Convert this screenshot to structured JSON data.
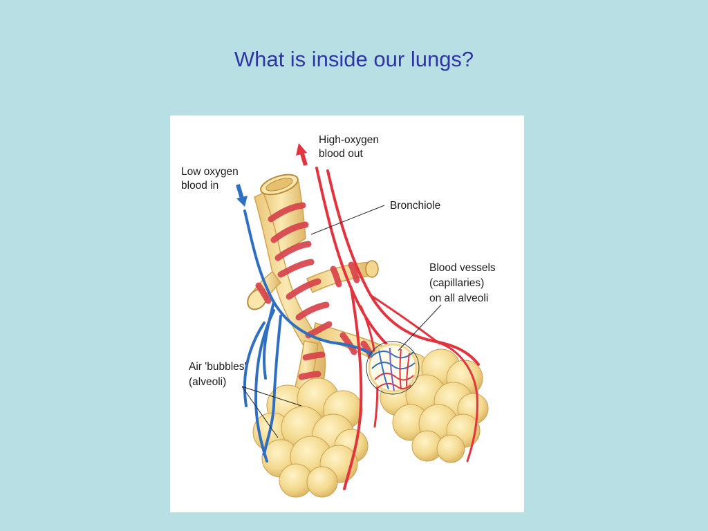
{
  "slide": {
    "title": "What is inside our lungs?"
  },
  "diagram": {
    "labels": {
      "high_oxygen_line1": "High-oxygen",
      "high_oxygen_line2": "blood out",
      "low_oxygen_line1": "Low oxygen",
      "low_oxygen_line2": "blood in",
      "bronchiole": "Bronchiole",
      "blood_vessels_line1": "Blood vessels",
      "blood_vessels_line2": "(capillaries)",
      "blood_vessels_line3": "on all alveoli",
      "alveoli_line1": "Air 'bubbles'",
      "alveoli_line2": "(alveoli)"
    },
    "colors": {
      "background": "#b8dfe3",
      "title": "#2e36a6",
      "panel": "#ffffff",
      "airway": "#f4dc96",
      "airway_outline": "#d7ae56",
      "artery_red": "#e2343e",
      "vein_blue": "#2f6fc2",
      "muscle_band": "#db4b52"
    }
  }
}
